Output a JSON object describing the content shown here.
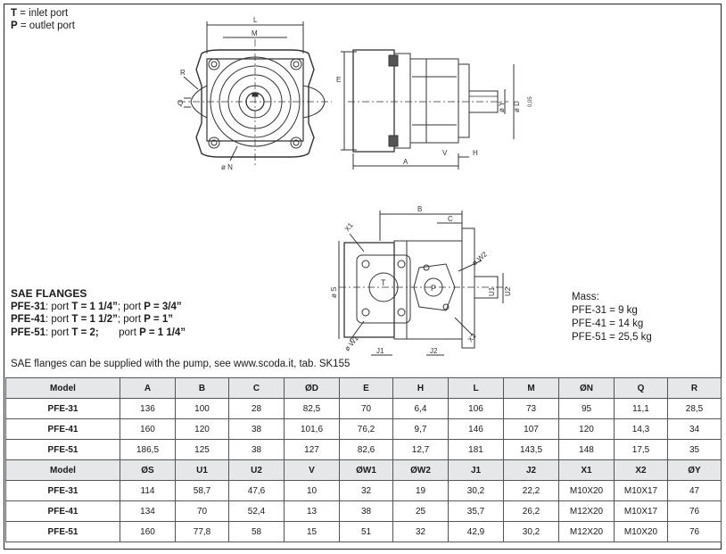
{
  "ports_legend": [
    {
      "key": "T",
      "desc": "= inlet port"
    },
    {
      "key": "P",
      "desc": "= outlet port"
    }
  ],
  "drawing_labels": {
    "front": {
      "L": "L",
      "M": "M",
      "R": "R",
      "Q": "Q",
      "N": "ø N"
    },
    "side": {
      "E": "E",
      "A": "A",
      "V": "V",
      "H": "H",
      "Y": "ø Y",
      "D": "ø D",
      "D_tol": "0,05"
    },
    "flange": {
      "B": "B",
      "C": "C",
      "S": "ø S",
      "U1": "U1",
      "U2": "U2",
      "J1": "J1",
      "J2": "J2",
      "X1": "X1",
      "X2": "X2",
      "W1": "ø W1",
      "W2": "ø W2",
      "T": "T",
      "P": "P"
    }
  },
  "sae": {
    "title": "SAE FLANGES",
    "lines": [
      {
        "model": "PFE-31",
        "a": ": port ",
        "t_label": "T = 1 1/4”",
        "b": "; port ",
        "p_label": "P = 3/4”"
      },
      {
        "model": "PFE-41",
        "a": ": port ",
        "t_label": "T = 1 1/2”",
        "b": "; port ",
        "p_label": "P = 1”"
      },
      {
        "model": "PFE-51",
        "a": ": port ",
        "t_label": "T = 2;",
        "b": "       port ",
        "p_label": "P = 1 1/4”"
      }
    ]
  },
  "mass": {
    "title": "Mass:",
    "lines": [
      "PFE-31 = 9 kg",
      "PFE-41 = 14 kg",
      "PFE-51 = 25,5 kg"
    ]
  },
  "supply_note": "SAE flanges can be supplied with the pump, see www.scoda.it, tab. SK155",
  "table1": {
    "headers": [
      "Model",
      "A",
      "B",
      "C",
      "ØD",
      "E",
      "H",
      "L",
      "M",
      "ØN",
      "Q",
      "R"
    ],
    "rows": [
      [
        "PFE-31",
        "136",
        "100",
        "28",
        "82,5",
        "70",
        "6,4",
        "106",
        "73",
        "95",
        "11,1",
        "28,5"
      ],
      [
        "PFE-41",
        "160",
        "120",
        "38",
        "101,6",
        "76,2",
        "9,7",
        "146",
        "107",
        "120",
        "14,3",
        "34"
      ],
      [
        "PFE-51",
        "186,5",
        "125",
        "38",
        "127",
        "82,6",
        "12,7",
        "181",
        "143,5",
        "148",
        "17,5",
        "35"
      ]
    ]
  },
  "table2": {
    "headers": [
      "Model",
      "ØS",
      "U1",
      "U2",
      "V",
      "ØW1",
      "ØW2",
      "J1",
      "J2",
      "X1",
      "X2",
      "ØY"
    ],
    "rows": [
      [
        "PFE-31",
        "114",
        "58,7",
        "47,6",
        "10",
        "32",
        "19",
        "30,2",
        "22,2",
        "M10X20",
        "M10X17",
        "47"
      ],
      [
        "PFE-41",
        "134",
        "70",
        "52,4",
        "13",
        "38",
        "25",
        "35,7",
        "26,2",
        "M12X20",
        "M10X17",
        "76"
      ],
      [
        "PFE-51",
        "160",
        "77,8",
        "58",
        "15",
        "51",
        "32",
        "42,9",
        "30,2",
        "M12X20",
        "M10X20",
        "76"
      ]
    ]
  }
}
